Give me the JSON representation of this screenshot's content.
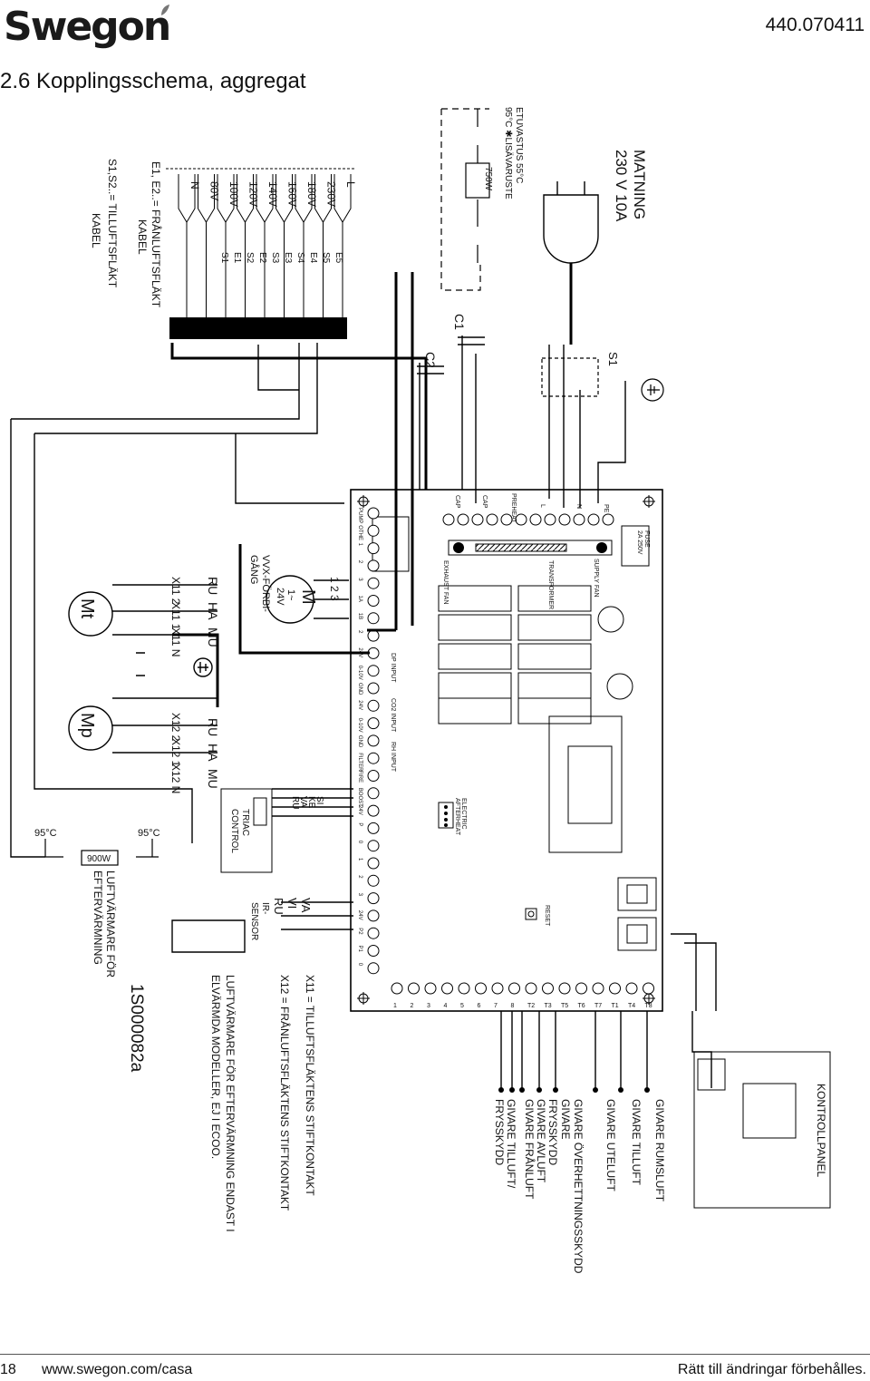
{
  "header": {
    "logo": "Swegon",
    "doc_number": "440.070411",
    "title": "2.6 Kopplingsschema, aggregat"
  },
  "footer": {
    "page_number": "18",
    "url": "www.swegon.com/casa",
    "notice": "Rätt till ändringar förbehålles."
  },
  "diagram": {
    "supply": {
      "title": "MATNING",
      "value": "230 V 10A"
    },
    "heater": {
      "line1": "ETUVASTUS  55°C",
      "line2": "95°C  ✱LISÄVARUSTE",
      "power": "750W"
    },
    "switch_label": "S1",
    "capacitors": [
      "C1",
      "C2"
    ],
    "fan_taps": [
      "L",
      "230V",
      "180V",
      "160V",
      "140V",
      "120V",
      "100V",
      "80V",
      "N"
    ],
    "tap_codes": [
      "E5",
      "S5",
      "E4",
      "S4",
      "E3",
      "S3",
      "E2",
      "S2",
      "E1",
      "S1"
    ],
    "fan_legend": {
      "exhaust": "E1, E2..= FRÅNLUFTSFLÄKT",
      "exhaust_cable": "KABEL",
      "supply": "S1,S2..= TILLUFTSFLÄKT",
      "supply_cable": "KABEL"
    },
    "motor_exhaust": "Mt",
    "motor_supply": "Mp",
    "x11_pins": [
      "X11  2",
      "X11  1",
      "X11  N"
    ],
    "x12_pins": [
      "X12  2",
      "X12  1",
      "X12  N"
    ],
    "wire_colors_x11": [
      "RU",
      "HA",
      "MU"
    ],
    "wire_colors_x12": [
      "RU",
      "HA",
      "MU"
    ],
    "hx_motor": {
      "symbol": "M",
      "sub": "1~",
      "voltage": "24V",
      "label1": "VVX-FÖRBI-",
      "label2": "GÅNG",
      "pins": "1  2  3"
    },
    "triac": {
      "line1": "TRIAC",
      "line2": "CONTROL"
    },
    "triac_wires": [
      "SI",
      "KE",
      "VA",
      "RU"
    ],
    "ir_sensor": {
      "line1": "IR-",
      "line2": "SENSOR"
    },
    "ir_wires": [
      "VA",
      "VI",
      "RU"
    ],
    "thermostat": "95°C",
    "afterheater_power": "900W",
    "afterheater_label": [
      "LUFTVÄRMARE FÖR",
      "EFTERVÄRMNING"
    ],
    "drawing_id": "1S000082a",
    "notes": [
      "X11 = TILLUFTSFLÄKTENS STIFTKONTAKT",
      "X12 = FRÅNLUFTSFLÄKTENS STIFTKONTAKT",
      "LUFTVÄRMARE FÖR EFTERVÄRMNING ENDAST I",
      "ELVÄRMDA MODELLER, EJ I ECOO."
    ],
    "board": {
      "terminals_top": [
        "PE",
        "N",
        "L",
        "PREHEAT",
        "CAP",
        "CAP"
      ],
      "fans": [
        "SUPPLY FAN",
        "TRANSFORMER",
        "EXHAUST FAN"
      ],
      "fuse": [
        "FUSE",
        "2A 250V"
      ],
      "inputs": [
        "DP INPUT",
        "CO2 INPUT",
        "RH INPUT"
      ],
      "afterheater": [
        "ELECTRIC",
        "AFTERHEAT"
      ],
      "reset": "RESET",
      "left_terms": [
        "PUMP",
        "OTHE",
        "1",
        "2",
        "3",
        "1A",
        "1B",
        "2",
        "24V",
        "0-10V",
        "GND",
        "24V",
        "0-10V",
        "GND",
        "FILTER",
        "FIRE",
        "BOOST",
        "24V",
        "P",
        "0",
        "1",
        "2",
        "3",
        "24V",
        "P2",
        "P1",
        "0"
      ],
      "bottom_terms": [
        "1",
        "2",
        "3",
        "4",
        "5",
        "6",
        "7",
        "8",
        "T2",
        "T3",
        "T5",
        "T6",
        "T7",
        "T1",
        "T4",
        "T8"
      ]
    },
    "sensors": [
      "GIVARE RUMSLUFT",
      "GIVARE TILLUFT",
      "GIVARE UTELUFT",
      "GIVARE ÖVERHETTNINGSSKYDD",
      "GIVARE",
      "FRYSSKYDD",
      "GIVARE AVLUFT",
      "GIVARE FRÅNLUFT",
      "GIVARE TILLUFT/",
      "FRYSSKYDD"
    ],
    "control_panel": "KONTROLLPANEL"
  }
}
